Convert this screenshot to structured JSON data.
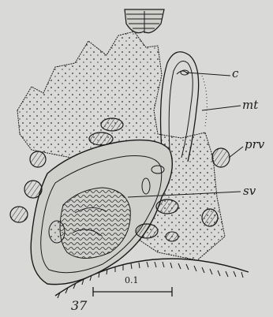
{
  "figure": {
    "number": "37",
    "scale_bar_label": "0.1"
  },
  "labels": {
    "c": "c",
    "mt": "mt",
    "prv": "prv",
    "sv": "sv"
  },
  "colors": {
    "background": "#d9d9d7",
    "ink": "#1a1a1a",
    "tissue_fill": "#cfcfcc",
    "hatch_fill": "#bdbdb9"
  }
}
